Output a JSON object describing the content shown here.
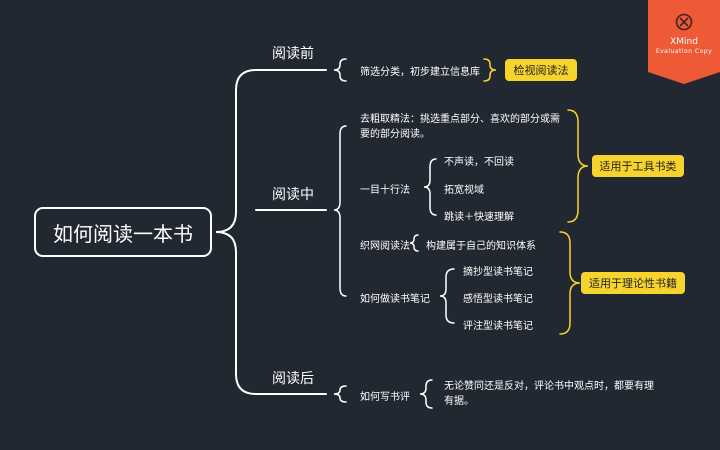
{
  "root": "如何阅读一本书",
  "branches": {
    "before": "阅读前",
    "during": "阅读中",
    "after": "阅读后"
  },
  "before": {
    "item": "筛选分类，初步建立信息库",
    "tag": "检视阅读法"
  },
  "during": {
    "item1": "去粗取精法：挑选重点部分、喜欢的部分或需要的部分阅读。",
    "item2": "一目十行法",
    "item2_children": [
      "不声读，不回读",
      "拓宽视域",
      "跳读＋快速理解"
    ],
    "item3": "织网阅读法",
    "item3_child": "构建属于自己的知识体系",
    "item4": "如何做读书笔记",
    "item4_children": [
      "摘抄型读书笔记",
      "感悟型读书笔记",
      "评注型读书笔记"
    ],
    "tag_tools": "适用于工具书类",
    "tag_theory": "适用于理论性书籍"
  },
  "after": {
    "item": "如何写书评",
    "child": "无论赞同还是反对，评论书中观点时，都要有理有据。"
  },
  "watermark": {
    "title": "XMind",
    "subtitle": "Evaluation Copy",
    "icon": "xmind-x-icon"
  },
  "colors": {
    "background": "#222831",
    "line": "#ffffff",
    "tag": "#f6d32d",
    "accent_bracket": "#f6d32d",
    "badge": "#ee5a35"
  }
}
